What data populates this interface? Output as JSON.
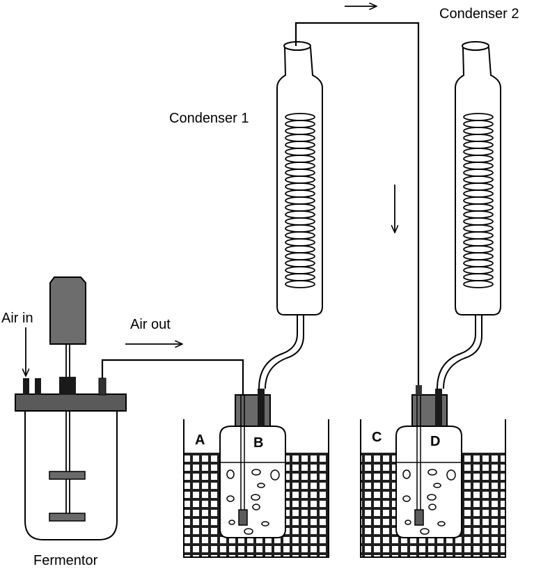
{
  "labels": {
    "condenser_1": "Condenser 1",
    "condenser_2": "Condenser 2",
    "air_in": "Air in",
    "air_out": "Air out",
    "fermentor": "Fermentor",
    "trap_a": "A",
    "trap_b": "B",
    "trap_c": "C",
    "trap_d": "D"
  },
  "colors": {
    "motor": "#6d6d6d",
    "lid": "#5a5a5a",
    "stopper": "#6a6a6a",
    "port": "#1a1a1a",
    "impeller": "#6a6a6a",
    "probe": "#5c5c5c",
    "line": "#000000"
  },
  "icons": {
    "arrows": "right-arrow, down-arrow"
  }
}
